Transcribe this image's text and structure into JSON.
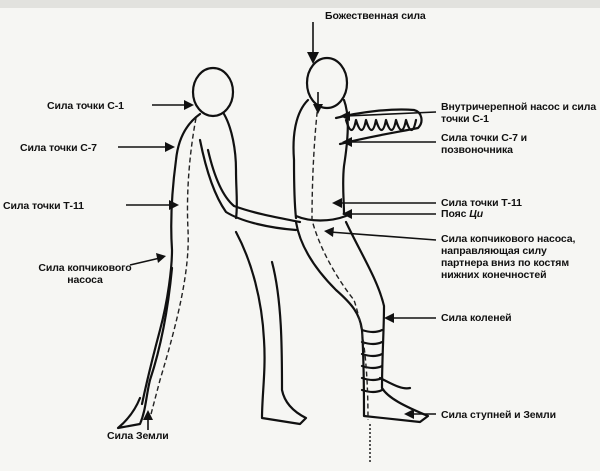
{
  "labels": {
    "top_force": "Божественная сила",
    "c1_left": "Сила точки С-1",
    "c7_left": "Сила точки С-7",
    "t11_left": "Сила точки Т-11",
    "coccyx_left": "Сила копчикового насоса",
    "earth_left": "Сила Земли",
    "cranial": "Внутричерепной насос и сила точки С-1",
    "c7_spine": "Сила точки С-7 и позвоночника",
    "t11_right": "Сила точки Т-11",
    "belt": "Пояс",
    "belt_italic": "Ци",
    "coccyx_right": "Сила копчикового насоса, направляющая силу партнера вниз по костям нижних конечностей",
    "knees": "Сила коленей",
    "feet_earth": "Сила ступней и Земли"
  }
}
